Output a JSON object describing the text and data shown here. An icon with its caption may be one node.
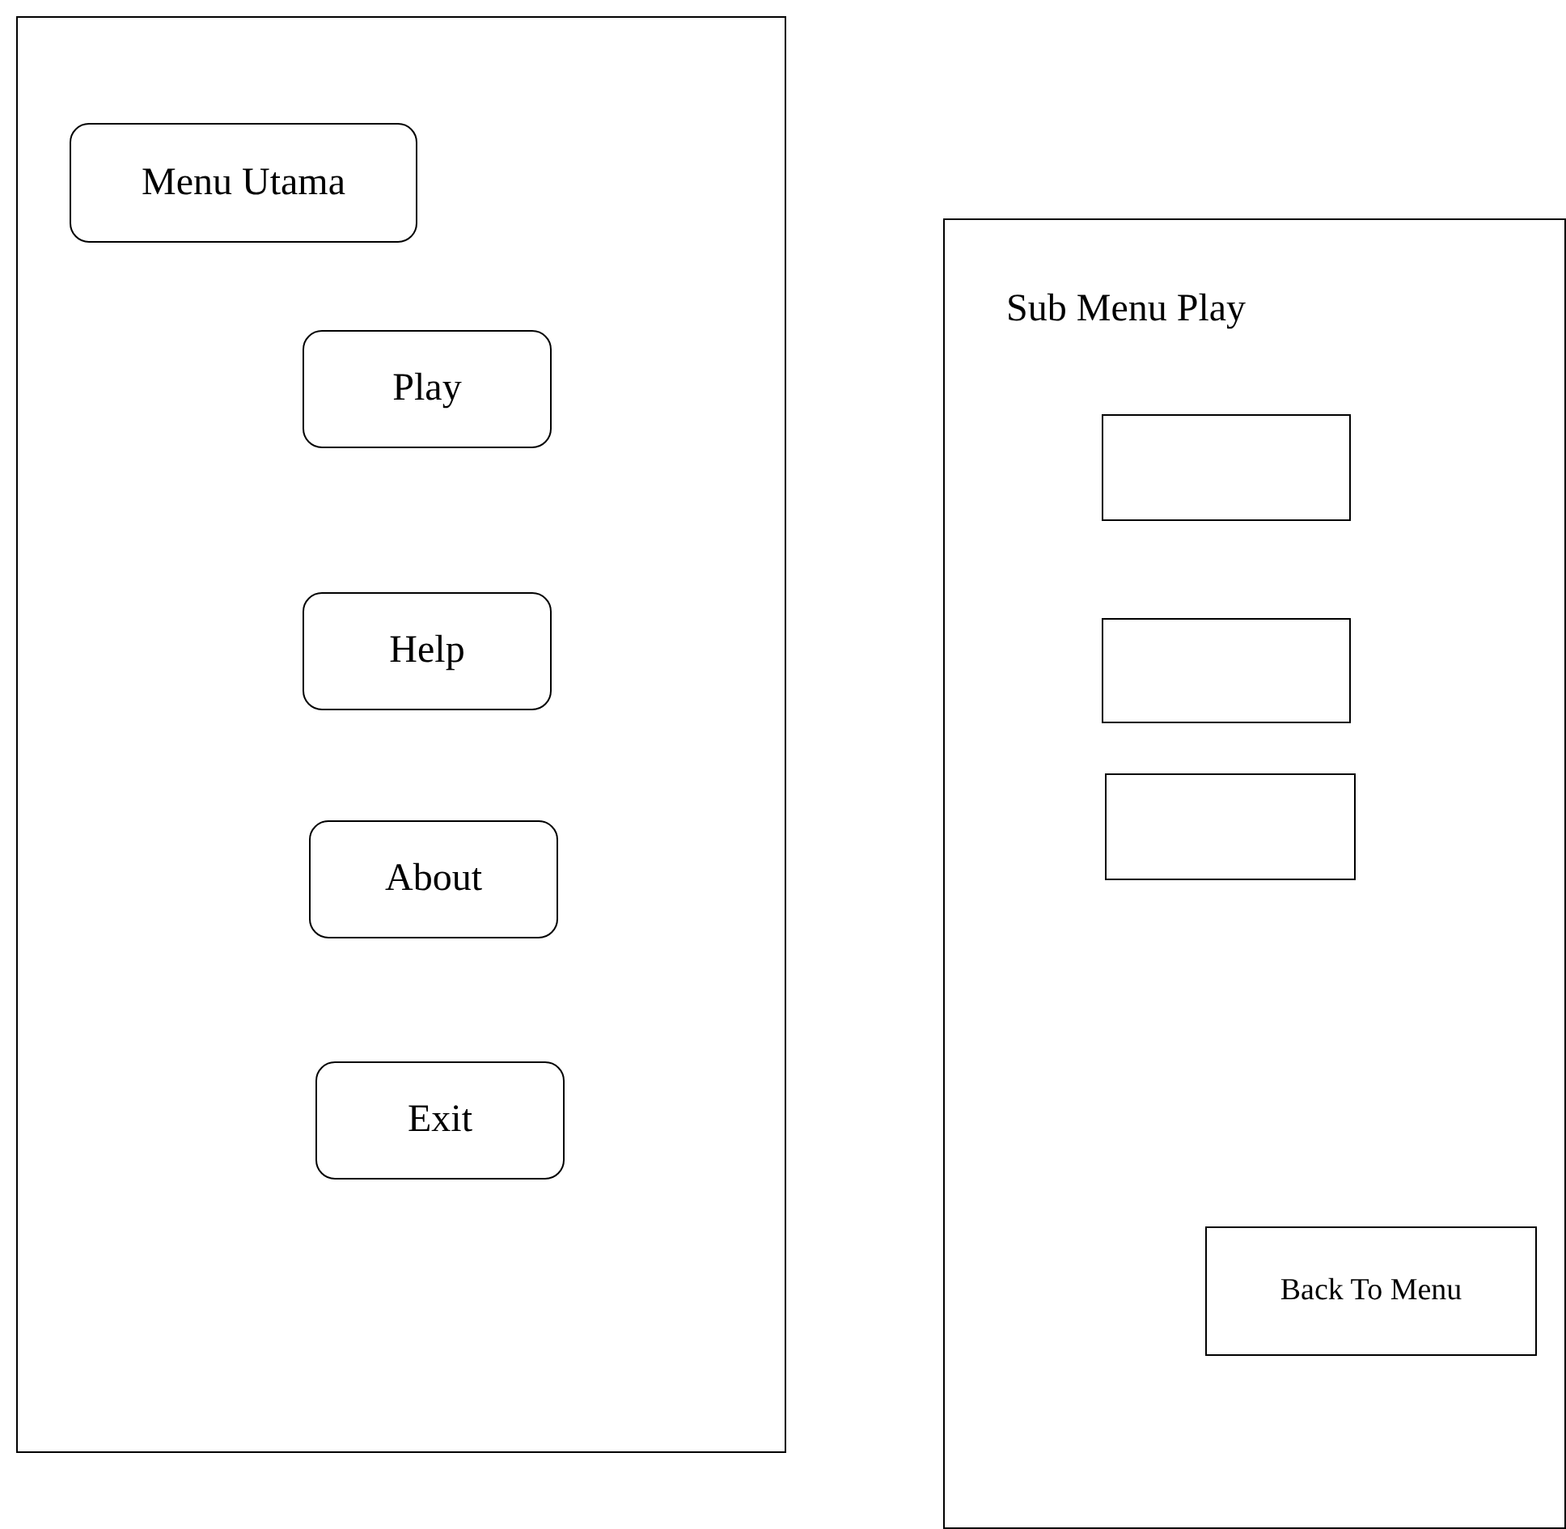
{
  "diagram": {
    "nodes": [
      {
        "text": [],
        "shape": "box"
      },
      {
        "text": [
          "Menu Utama"
        ],
        "in": 0
      },
      {
        "text": [
          "Play"
        ],
        "in": 0
      },
      {
        "text": [
          "Help"
        ],
        "in": 0
      },
      {
        "text": [
          "About"
        ],
        "in": 0
      },
      {
        "text": [
          "Exit"
        ],
        "in": 0
      },
      {
        "text": [
          "Sub Menu Play"
        ]
      },
      {
        "text": [],
        "shape": "box",
        "in": 6
      },
      {
        "text": [],
        "shape": "box",
        "in": 6
      },
      {
        "text": [],
        "shape": "box",
        "in": 6
      },
      {
        "text": [
          "Back To Menu"
        ],
        "in": 6
      }
    ]
  }
}
